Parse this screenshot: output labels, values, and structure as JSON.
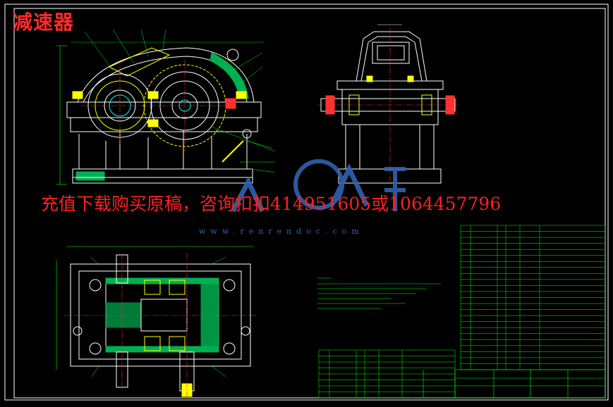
{
  "drawing": {
    "title": "减速器",
    "watermark_text": "充值下载购买原稿，咨询扣扣414951605或1064457796",
    "watermark_url": "www.renrendoc.com",
    "colors": {
      "background": "#000000",
      "outline": "#ffffff",
      "dimension": "#00ff00",
      "section_fill": "#00b050",
      "hidden": "#ffff00",
      "center": "#ff3030",
      "cyan": "#00ffff",
      "magenta": "#ff00ff",
      "watermark_red": "#ff2020",
      "watermark_blue": "#2f63b0"
    },
    "icons": [
      "renrendoc-logo"
    ]
  }
}
